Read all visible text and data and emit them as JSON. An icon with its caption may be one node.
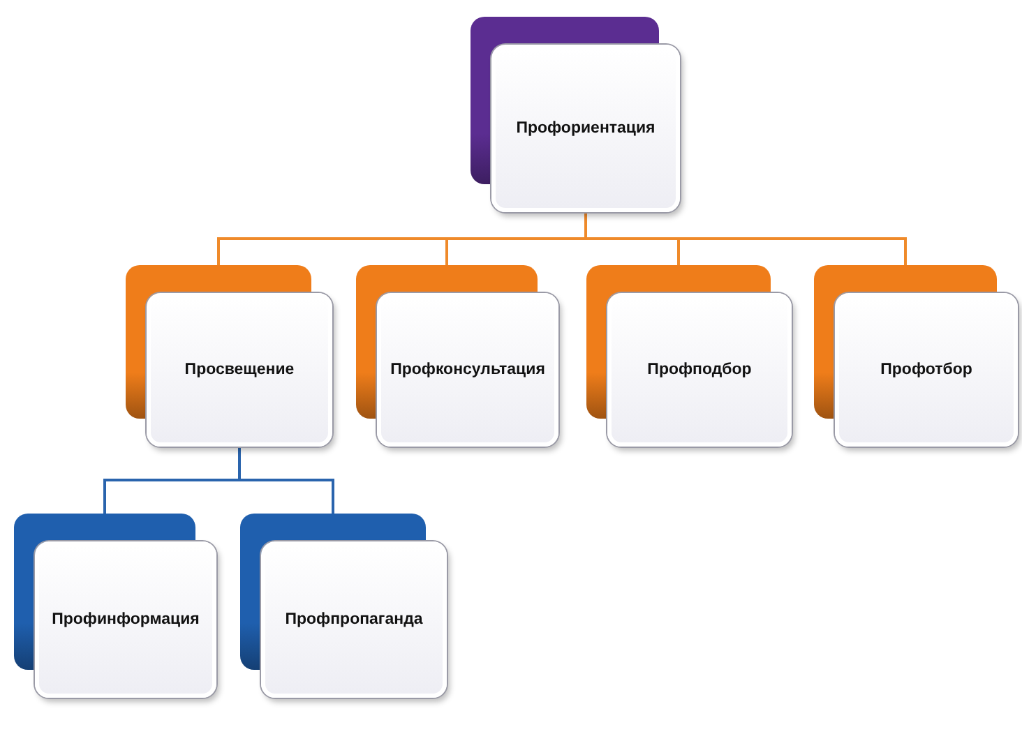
{
  "diagram": {
    "nodes": [
      {
        "text": [
          "Профориентация"
        ]
      },
      {
        "text": [
          "Просвещение"
        ]
      },
      {
        "text": [
          "Профконсультация"
        ]
      },
      {
        "text": [
          "Профподбор"
        ]
      },
      {
        "text": [
          "Профотбор"
        ]
      },
      {
        "text": [
          "Профинформация"
        ]
      },
      {
        "text": [
          "Профпропаганда"
        ]
      }
    ],
    "edges": [
      {
        "from": 0,
        "to": 1,
        "arrow": "none"
      },
      {
        "from": 0,
        "to": 2,
        "arrow": "none"
      },
      {
        "from": 0,
        "to": 3,
        "arrow": "none"
      },
      {
        "from": 0,
        "to": 4,
        "arrow": "none"
      },
      {
        "from": 1,
        "to": 5,
        "arrow": "none",
        "color": "#2a64ad"
      },
      {
        "from": 1,
        "to": 6,
        "arrow": "none",
        "color": "#2a64ad"
      }
    ]
  }
}
